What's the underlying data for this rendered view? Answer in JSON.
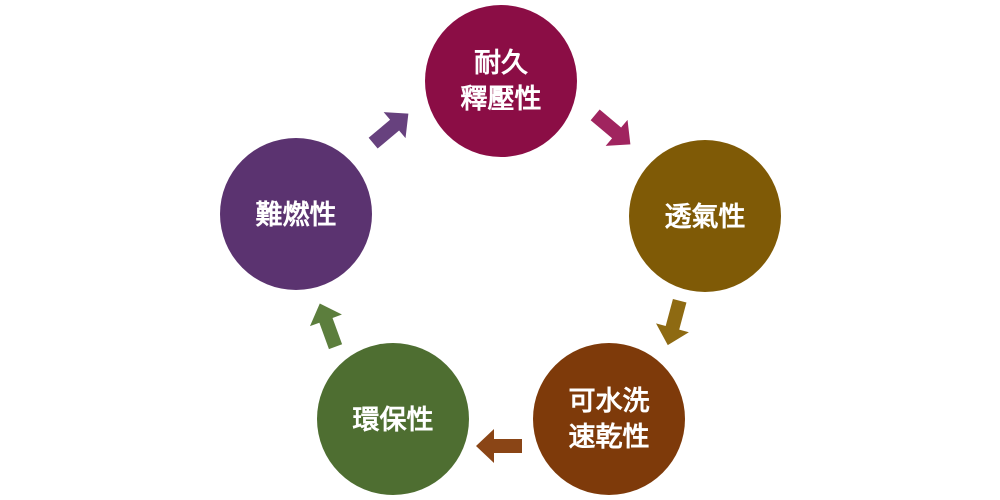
{
  "diagram": {
    "type": "cycle",
    "nodes": [
      {
        "id": "durable-pressure",
        "lines": [
          "耐久",
          "釋壓性"
        ],
        "color": "#8B0D45"
      },
      {
        "id": "breathability",
        "lines": [
          "透氣性"
        ],
        "color": "#7F5A06"
      },
      {
        "id": "washable-quickdry",
        "lines": [
          "可水洗",
          "速乾性"
        ],
        "color": "#7E3A0A"
      },
      {
        "id": "eco-friendly",
        "lines": [
          "環保性"
        ],
        "color": "#4E6E31"
      },
      {
        "id": "flame-retardant",
        "lines": [
          "難燃性"
        ],
        "color": "#5B3370"
      }
    ],
    "arrows": [
      {
        "from": "durable-pressure",
        "to": "breathability",
        "color": "#A0245F"
      },
      {
        "from": "breathability",
        "to": "washable-quickdry",
        "color": "#8E6A12"
      },
      {
        "from": "washable-quickdry",
        "to": "eco-friendly",
        "color": "#8A4516"
      },
      {
        "from": "eco-friendly",
        "to": "flame-retardant",
        "color": "#5C7E3D"
      },
      {
        "from": "flame-retardant",
        "to": "durable-pressure",
        "color": "#67417E"
      }
    ]
  }
}
